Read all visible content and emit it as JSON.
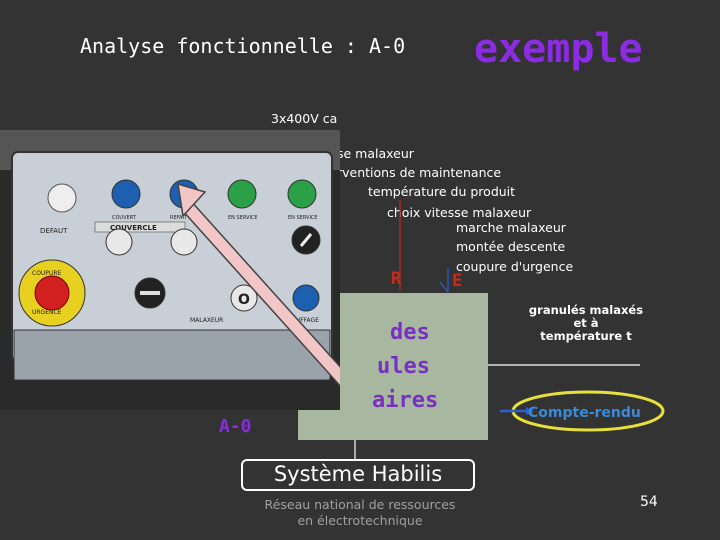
{
  "slide": {
    "title": "Analyse fonctionnelle : A-0",
    "example_label": "exemple",
    "page_number": "54",
    "footer_line1": "Réseau national de ressources",
    "footer_line2": "en électrotechnique"
  },
  "diagram": {
    "energy_input": "3x400V ca",
    "controls": [
      "se malaxeur",
      "rventions de maintenance",
      "température du produit",
      "choix vitesse malaxeur",
      "marche malaxeur",
      "montée descente",
      "coupure d'urgence"
    ],
    "control_R": "R",
    "control_E": "E",
    "function_lines": [
      "des",
      "ules",
      "aires"
    ],
    "output_main_line1": "granulés malaxés",
    "output_main_line2": "et à",
    "output_main_line3": "température t",
    "output_report": "Compte-rendu",
    "node_label": "A-0",
    "system_name": "Système Habilis"
  },
  "photo_panel": {
    "indicator_labels": [
      "DEFAUT",
      "COUVERT",
      "REFAIT",
      "EN SERVICE",
      "EN SERVICE"
    ],
    "tag_couvercle": "COUVERCLE",
    "tag_urgence_1": "COUPURE",
    "tag_urgence_2": "URGENCE",
    "tag_malaxeur": "MALAXEUR",
    "tag_chauffage": "CHAUFFAGE"
  }
}
